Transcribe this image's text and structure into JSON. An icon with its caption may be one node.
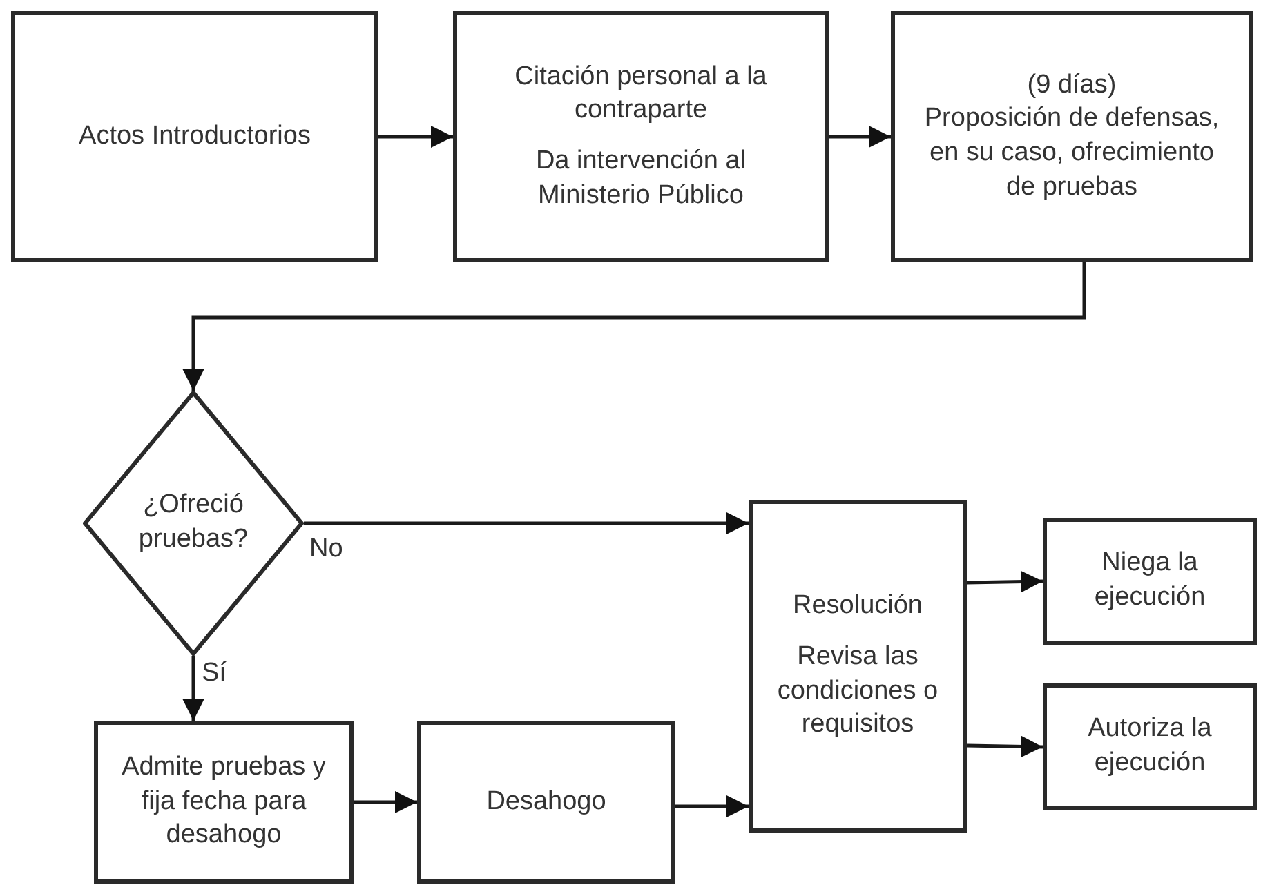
{
  "diagram": {
    "nodes": [
      {
        "text": [
          "Actos Introductorios"
        ]
      },
      {
        "text": [
          "Citación personal a la contraparte",
          "Da intervención al Ministerio Público"
        ]
      },
      {
        "text": [
          "(9 días)",
          "Proposición de defensas, en su caso, ofrecimiento de pruebas"
        ]
      },
      {
        "text": [
          "¿Ofreció pruebas?"
        ]
      },
      {
        "text": [
          "Admite pruebas y fija fecha para desahogo"
        ]
      },
      {
        "text": [
          "Desahogo"
        ]
      },
      {
        "text": [
          "Resolución",
          "Revisa las condiciones o requisitos"
        ]
      },
      {
        "text": [
          "Niega la ejecución"
        ]
      },
      {
        "text": [
          "Autoriza la ejecución"
        ]
      }
    ],
    "edges": [
      {
        "from": 0,
        "to": 1,
        "arrow": "to"
      },
      {
        "from": 1,
        "to": 2,
        "arrow": "to"
      },
      {
        "from": 2,
        "to": 3,
        "arrow": "to"
      },
      {
        "from": 3,
        "to": 6,
        "arrow": "to",
        "label": "No"
      },
      {
        "from": 3,
        "to": 4,
        "arrow": "to",
        "label": "Sí"
      },
      {
        "from": 4,
        "to": 5,
        "arrow": "to"
      },
      {
        "from": 5,
        "to": 6,
        "arrow": "to"
      },
      {
        "from": 6,
        "to": 7,
        "arrow": "to"
      },
      {
        "from": 6,
        "to": 8,
        "arrow": "to"
      }
    ]
  }
}
